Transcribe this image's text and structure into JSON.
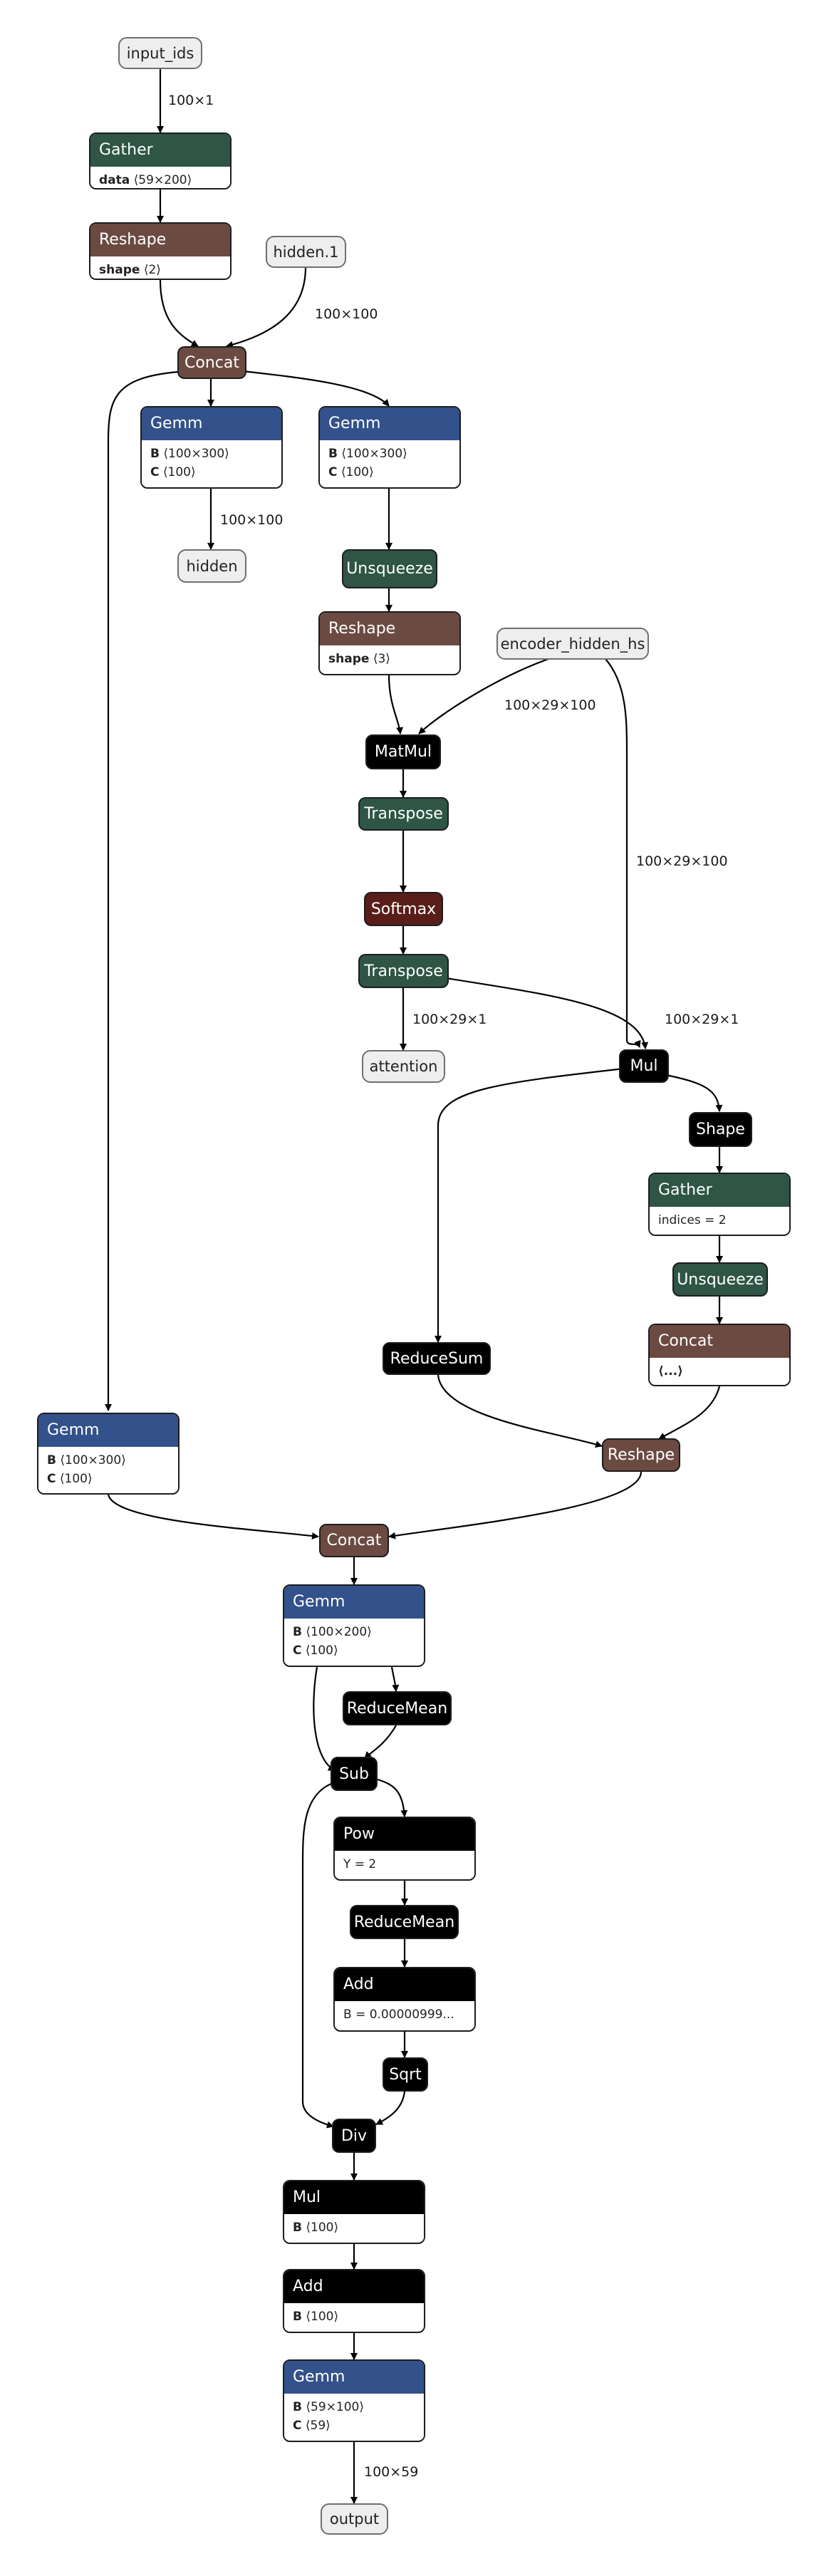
{
  "nodes": {
    "input_ids": "input_ids",
    "hidden1": "hidden.1",
    "encoder_hidden_hs": "encoder_hidden_hs",
    "hidden_out": "hidden",
    "attention_out": "attention",
    "output": "output",
    "gather1": {
      "title": "Gather",
      "attrs": [
        {
          "name": "data",
          "value": "⟨59×200⟩"
        }
      ]
    },
    "reshape1": {
      "title": "Reshape",
      "attrs": [
        {
          "name": "shape",
          "value": "⟨2⟩"
        }
      ]
    },
    "concat1": "Concat",
    "gemm_left": {
      "title": "Gemm",
      "attrs": [
        {
          "name": "B",
          "value": "⟨100×300⟩"
        },
        {
          "name": "C",
          "value": "⟨100⟩"
        }
      ]
    },
    "gemm_right": {
      "title": "Gemm",
      "attrs": [
        {
          "name": "B",
          "value": "⟨100×300⟩"
        },
        {
          "name": "C",
          "value": "⟨100⟩"
        }
      ]
    },
    "unsqueeze1": "Unsqueeze",
    "reshape2": {
      "title": "Reshape",
      "attrs": [
        {
          "name": "shape",
          "value": "⟨3⟩"
        }
      ]
    },
    "matmul": "MatMul",
    "transpose1": "Transpose",
    "softmax": "Softmax",
    "transpose2": "Transpose",
    "mul1": "Mul",
    "shape": "Shape",
    "gather2": {
      "title": "Gather",
      "attrs": [
        {
          "name": "",
          "value": "indices = 2"
        }
      ]
    },
    "unsqueeze2": "Unsqueeze",
    "concat2": {
      "title": "Concat",
      "attrs": [
        {
          "name": "",
          "value": "⟨...⟩"
        }
      ]
    },
    "reducesum": "ReduceSum",
    "reshape3": "Reshape",
    "gemm3": {
      "title": "Gemm",
      "attrs": [
        {
          "name": "B",
          "value": "⟨100×300⟩"
        },
        {
          "name": "C",
          "value": "⟨100⟩"
        }
      ]
    },
    "concat3": "Concat",
    "gemm4": {
      "title": "Gemm",
      "attrs": [
        {
          "name": "B",
          "value": "⟨100×200⟩"
        },
        {
          "name": "C",
          "value": "⟨100⟩"
        }
      ]
    },
    "reducemean1": "ReduceMean",
    "sub": "Sub",
    "pow": {
      "title": "Pow",
      "attrs": [
        {
          "name": "",
          "value": "Y = 2"
        }
      ]
    },
    "reducemean2": "ReduceMean",
    "add1": {
      "title": "Add",
      "attrs": [
        {
          "name": "",
          "value": "B = 0.00000999..."
        }
      ]
    },
    "sqrt": "Sqrt",
    "div": "Div",
    "mul2": {
      "title": "Mul",
      "attrs": [
        {
          "name": "B",
          "value": "⟨100⟩"
        }
      ]
    },
    "add2": {
      "title": "Add",
      "attrs": [
        {
          "name": "B",
          "value": "⟨100⟩"
        }
      ]
    },
    "gemm5": {
      "title": "Gemm",
      "attrs": [
        {
          "name": "B",
          "value": "⟨59×100⟩"
        },
        {
          "name": "C",
          "value": "⟨59⟩"
        }
      ]
    }
  },
  "edge_labels": {
    "input_to_gather": "100×1",
    "hidden1_to_concat": "100×100",
    "gemm_to_hidden": "100×100",
    "encoder_to_matmul": "100×29×100",
    "encoder_to_mul": "100×29×100",
    "transpose_to_attention": "100×29×1",
    "transpose_to_mul": "100×29×1",
    "gemm_to_output": "100×59"
  }
}
